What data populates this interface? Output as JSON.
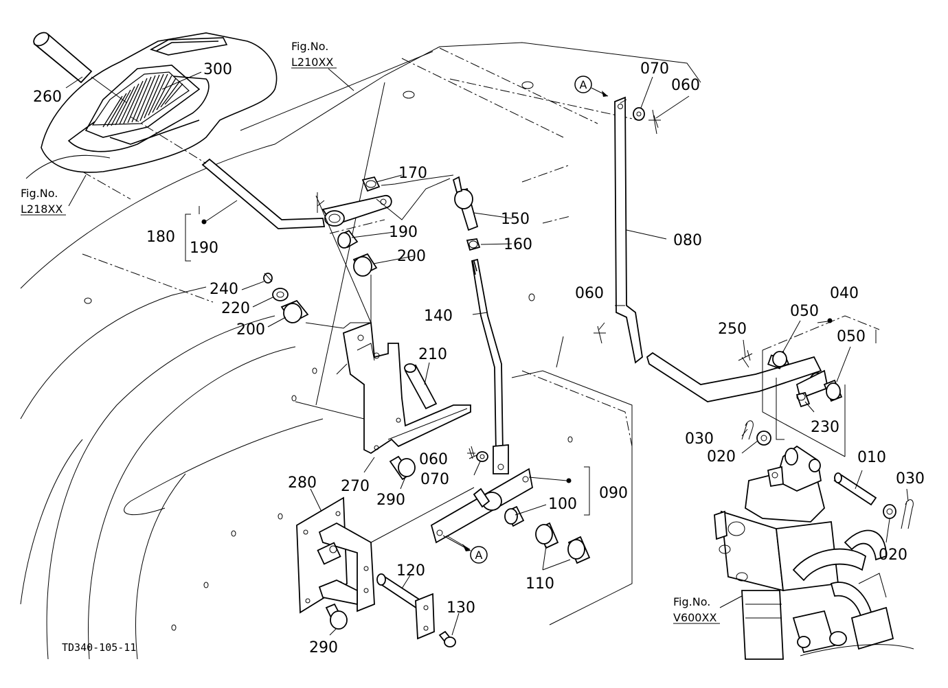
{
  "drawing_code": "TD340-105-11",
  "fig_refs": [
    {
      "line1": "Fig.No.",
      "line2": "L210XX"
    },
    {
      "line1": "Fig.No.",
      "line2": "L218XX"
    },
    {
      "line1": "Fig.No.",
      "line2": "V600XX"
    }
  ],
  "ref_marker": "A",
  "parts": {
    "p010": "010",
    "p020a": "020",
    "p020b": "020",
    "p030a": "030",
    "p030b": "030",
    "p040": "040",
    "p050a": "050",
    "p050b": "050",
    "p060a": "060",
    "p060b": "060",
    "p060c": "060",
    "p070a": "070",
    "p070b": "070",
    "p080": "080",
    "p090": "090",
    "p100": "100",
    "p110": "110",
    "p120": "120",
    "p130": "130",
    "p140": "140",
    "p150": "150",
    "p160": "160",
    "p170": "170",
    "p180": "180",
    "p190a": "190",
    "p190b": "190",
    "p200a": "200",
    "p200b": "200",
    "p210": "210",
    "p220": "220",
    "p230": "230",
    "p240": "240",
    "p250": "250",
    "p260": "260",
    "p270": "270",
    "p280": "280",
    "p290a": "290",
    "p290b": "290",
    "p300": "300"
  }
}
